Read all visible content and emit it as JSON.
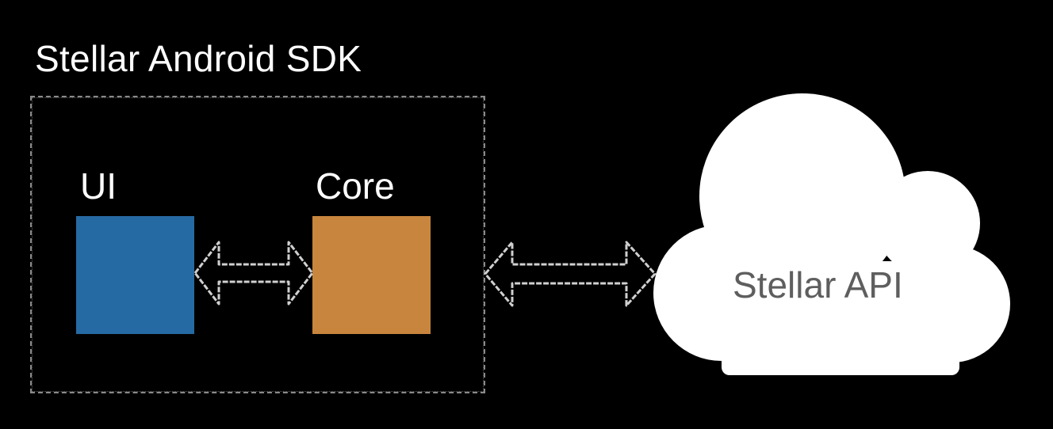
{
  "diagram": {
    "title": "Stellar Android SDK",
    "modules": [
      {
        "label": "UI",
        "color": "#266aa3"
      },
      {
        "label": "Core",
        "color": "#c8853d"
      }
    ],
    "external": {
      "label": "Stellar API",
      "fill": "#ffffff",
      "text_color": "#5e5e5e"
    },
    "connections": [
      {
        "from": "UI",
        "to": "Core",
        "direction": "bidirectional"
      },
      {
        "from": "Core",
        "to": "Stellar API",
        "direction": "bidirectional"
      }
    ],
    "colors": {
      "background": "#000000",
      "boundary": "#8a8a8a",
      "arrow_outline": "#d0d0d0"
    }
  }
}
